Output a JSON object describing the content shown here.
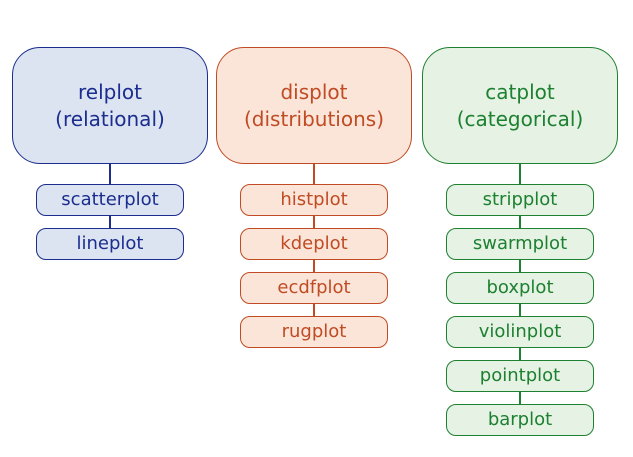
{
  "figure": {
    "background": "#ffffff",
    "columns": [
      {
        "header": {
          "line1": "relplot",
          "line2": "(relational)"
        },
        "children": [
          "scatterplot",
          "lineplot"
        ],
        "colors": {
          "stroke": "#1b2d8e",
          "fill": "#dce3f1"
        }
      },
      {
        "header": {
          "line1": "displot",
          "line2": "(distributions)"
        },
        "children": [
          "histplot",
          "kdeplot",
          "ecdfplot",
          "rugplot"
        ],
        "colors": {
          "stroke": "#c04b24",
          "fill": "#fae5d8"
        }
      },
      {
        "header": {
          "line1": "catplot",
          "line2": "(categorical)"
        },
        "children": [
          "stripplot",
          "swarmplot",
          "boxplot",
          "violinplot",
          "pointplot",
          "barplot"
        ],
        "colors": {
          "stroke": "#1e8031",
          "fill": "#e5f2e4"
        }
      }
    ]
  }
}
